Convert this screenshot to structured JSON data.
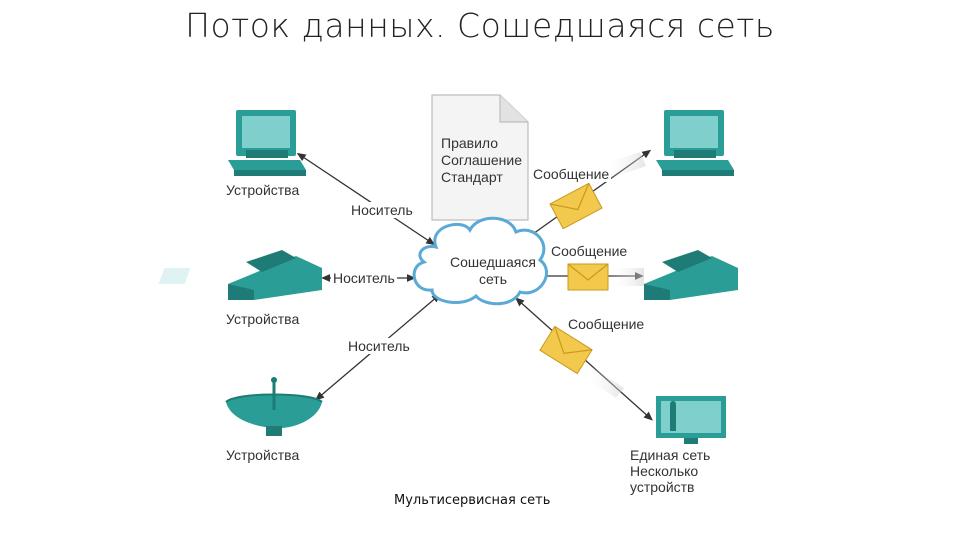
{
  "title": "Поток данных. Сошедшаяся сеть",
  "document": {
    "lines": [
      "Правило",
      "Соглашение",
      "Стандарт"
    ]
  },
  "cloud": {
    "lines": [
      "Сошедшаяся",
      "сеть"
    ]
  },
  "devices_label_1": "Устройства",
  "devices_label_2": "Устройства",
  "devices_label_3": "Устройства",
  "medium_label_1": "Носитель",
  "medium_label_2": "Носитель",
  "medium_label_3": "Носитель",
  "message_label_1": "Сообщение",
  "message_label_2": "Сообщение",
  "message_label_3": "Сообщение",
  "tv_label": [
    "Единая сеть",
    "Несколько",
    "устройств"
  ],
  "caption": "Мультисервисная сеть",
  "colors": {
    "device_teal": "#2a9d97",
    "device_dark": "#1f7b76",
    "screen": "#7fd0cc",
    "envelope": "#f2c94c",
    "cloud_stroke": "#5aa9d6",
    "line": "#333333"
  }
}
